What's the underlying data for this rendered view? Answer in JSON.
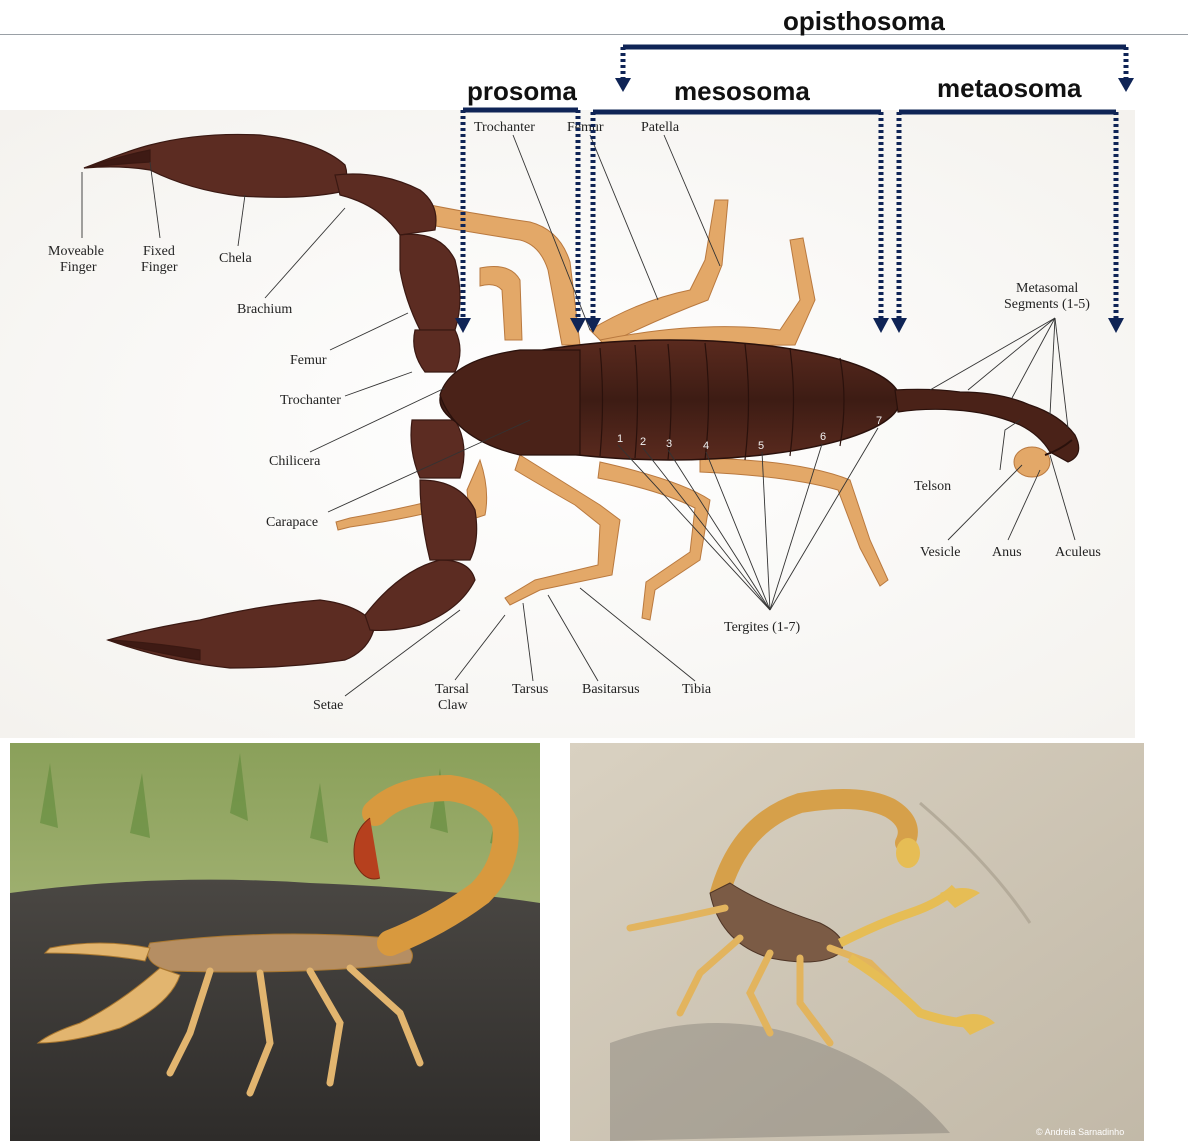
{
  "regions": {
    "opisthosoma": "opisthosoma",
    "prosoma": "prosoma",
    "mesosoma": "mesosoma",
    "metaosoma": "metaosoma"
  },
  "labels": {
    "moveable_finger": [
      "Moveable",
      "Finger"
    ],
    "fixed_finger": [
      "Fixed",
      "Finger"
    ],
    "chela": "Chela",
    "brachium": "Brachium",
    "femur_left": "Femur",
    "trochanter_left": "Trochanter",
    "chilicera": "Chilicera",
    "carapace": "Carapace",
    "setae": "Setae",
    "tarsal_claw": [
      "Tarsal",
      "Claw"
    ],
    "tarsus": "Tarsus",
    "basitarsus": "Basitarsus",
    "tibia": "Tibia",
    "tergites": "Tergites (1-7)",
    "trochanter_top": "Trochanter",
    "femur_top": "Femur",
    "patella": "Patella",
    "metasomal_segments": [
      "Metasomal",
      "Segments (1-5)"
    ],
    "telson": "Telson",
    "vesicle": "Vesicle",
    "anus": "Anus",
    "aculeus": "Aculeus"
  },
  "tergite_numbers": [
    "1",
    "2",
    "3",
    "4",
    "5",
    "6",
    "7"
  ],
  "photo_credit": "© Andreia Sarnadinho",
  "colors": {
    "arrow": "#0f2456",
    "body": "#4a2218",
    "leg": "#e3a868",
    "text": "#111111"
  }
}
